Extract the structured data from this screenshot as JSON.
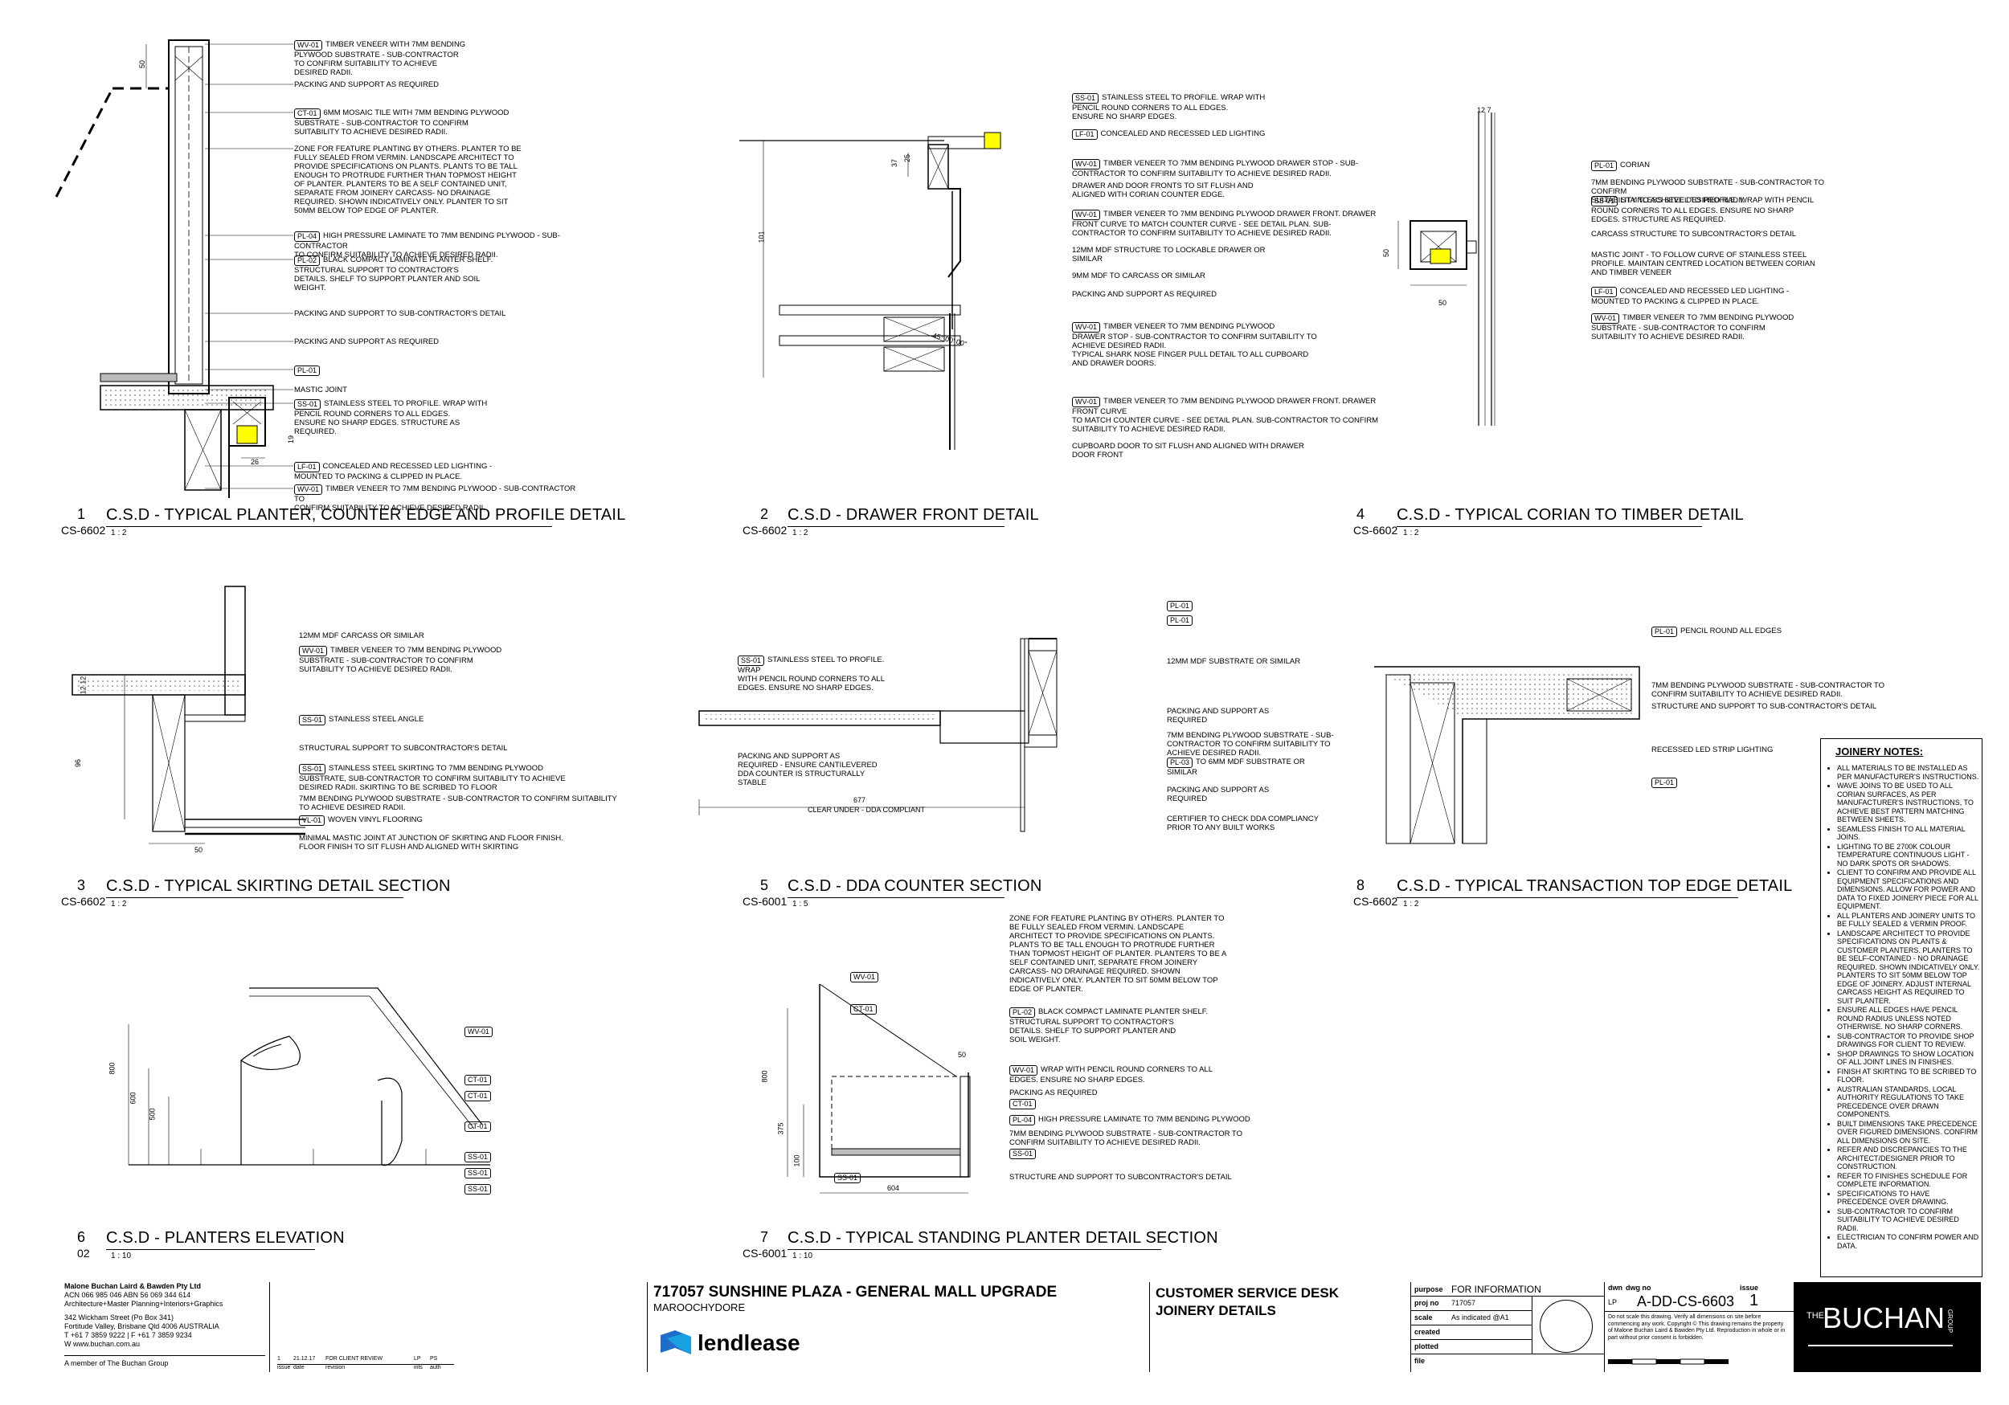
{
  "views": [
    {
      "number": "1",
      "title": "C.S.D - TYPICAL PLANTER, COUNTER EDGE AND PROFILE DETAIL",
      "sheet": "CS-6602",
      "scale": "1 : 2"
    },
    {
      "number": "2",
      "title": "C.S.D - DRAWER FRONT DETAIL",
      "sheet": "CS-6602",
      "scale": "1 : 2"
    },
    {
      "number": "4",
      "title": "C.S.D - TYPICAL CORIAN TO TIMBER DETAIL",
      "sheet": "CS-6602",
      "scale": "1 : 2"
    },
    {
      "number": "3",
      "title": "C.S.D - TYPICAL SKIRTING DETAIL SECTION",
      "sheet": "CS-6602",
      "scale": "1 : 2"
    },
    {
      "number": "5",
      "title": "C.S.D - DDA COUNTER SECTION",
      "sheet": "CS-6001",
      "scale": "1 : 5"
    },
    {
      "number": "8",
      "title": "C.S.D - TYPICAL TRANSACTION TOP EDGE DETAIL",
      "sheet": "CS-6602",
      "scale": "1 : 2"
    },
    {
      "number": "6",
      "title": "C.S.D - PLANTERS ELEVATION",
      "sheet": "02",
      "scale": "1 : 10"
    },
    {
      "number": "7",
      "title": "C.S.D - TYPICAL STANDING PLANTER DETAIL SECTION",
      "sheet": "CS-6001",
      "scale": "1 : 10"
    }
  ],
  "notes_v1": [
    {
      "tag": "WV-01",
      "text": "TIMBER VENEER WITH 7MM BENDING\nPLYWOOD SUBSTRATE - SUB-CONTRACTOR\nTO CONFIRM SUITABILITY TO ACHIEVE\nDESIRED RADII."
    },
    {
      "tag": "",
      "text": "PACKING AND SUPPORT AS REQUIRED"
    },
    {
      "tag": "CT-01",
      "text": "6MM MOSAIC TILE WITH 7MM BENDING PLYWOOD\nSUBSTRATE - SUB-CONTRACTOR TO CONFIRM\nSUITABILITY TO ACHIEVE DESIRED RADII."
    },
    {
      "tag": "",
      "text": "ZONE FOR FEATURE PLANTING BY OTHERS. PLANTER TO BE\nFULLY SEALED FROM VERMIN. LANDSCAPE ARCHITECT TO\nPROVIDE SPECIFICATIONS ON PLANTS. PLANTS TO BE TALL\nENOUGH TO PROTRUDE FURTHER THAN TOPMOST HEIGHT\nOF PLANTER. PLANTERS TO BE A SELF CONTAINED UNIT,\nSEPARATE FROM JOINERY CARCASS- NO DRAINAGE\nREQUIRED. SHOWN INDICATIVELY ONLY. PLANTER TO SIT\n50MM BELOW TOP EDGE OF PLANTER."
    },
    {
      "tag": "PL-04",
      "text": "HIGH PRESSURE LAMINATE TO 7MM BENDING PLYWOOD - SUB-CONTRACTOR\nTO CONFIRM SUITABILITY TO ACHIEVE DESIRED RADII."
    },
    {
      "tag": "PL-02",
      "text": "BLACK COMPACT LAMINATE PLANTER SHELF.\nSTRUCTURAL SUPPORT TO CONTRACTOR'S\nDETAILS. SHELF TO SUPPORT PLANTER AND SOIL\nWEIGHT."
    },
    {
      "tag": "",
      "text": "PACKING AND SUPPORT TO SUB-CONTRACTOR'S DETAIL"
    },
    {
      "tag": "",
      "text": "PACKING AND SUPPORT AS REQUIRED"
    },
    {
      "tag": "PL-01",
      "text": ""
    },
    {
      "tag": "",
      "text": "MASTIC JOINT"
    },
    {
      "tag": "SS-01",
      "text": "STAINLESS STEEL TO PROFILE. WRAP WITH\nPENCIL ROUND CORNERS TO ALL EDGES.\nENSURE NO SHARP EDGES. STRUCTURE AS\nREQUIRED."
    },
    {
      "tag": "LF-01",
      "text": "CONCEALED AND RECESSED LED LIGHTING -\nMOUNTED TO PACKING & CLIPPED IN PLACE."
    },
    {
      "tag": "WV-01",
      "text": "TIMBER VENEER TO 7MM BENDING PLYWOOD  - SUB-CONTRACTOR TO\nCONFIRM SUITABILITY TO ACHIEVE DESIRED RADII."
    }
  ],
  "notes_v2": [
    {
      "tag": "SS-01",
      "text": "STAINLESS STEEL TO PROFILE. WRAP WITH\nPENCIL ROUND CORNERS TO ALL EDGES.\nENSURE NO SHARP EDGES."
    },
    {
      "tag": "LF-01",
      "text": "CONCEALED AND RECESSED LED LIGHTING"
    },
    {
      "tag": "WV-01",
      "text": "TIMBER VENEER TO 7MM BENDING PLYWOOD DRAWER STOP - SUB-\nCONTRACTOR TO CONFIRM SUITABILITY TO ACHIEVE DESIRED RADII."
    },
    {
      "tag": "",
      "text": "DRAWER AND DOOR FRONTS TO SIT FLUSH AND\nALIGNED WITH CORIAN COUNTER EDGE."
    },
    {
      "tag": "WV-01",
      "text": "TIMBER VENEER TO 7MM BENDING PLYWOOD DRAWER FRONT. DRAWER\nFRONT CURVE TO MATCH COUNTER CURVE - SEE DETAIL PLAN. SUB-\nCONTRACTOR TO CONFIRM SUITABILITY TO ACHIEVE DESIRED RADII."
    },
    {
      "tag": "",
      "text": "12MM MDF STRUCTURE TO LOCKABLE DRAWER OR\nSIMILAR"
    },
    {
      "tag": "",
      "text": "9MM MDF TO CARCASS OR SIMILAR"
    },
    {
      "tag": "",
      "text": "PACKING AND SUPPORT AS REQUIRED"
    },
    {
      "tag": "WV-01",
      "text": "TIMBER VENEER TO 7MM BENDING PLYWOOD\nDRAWER STOP - SUB-CONTRACTOR TO CONFIRM SUITABILITY TO\nACHIEVE DESIRED RADII.\nTYPICAL SHARK NOSE FINGER PULL DETAIL TO ALL CUPBOARD\nAND DRAWER DOORS."
    },
    {
      "tag": "WV-01",
      "text": "TIMBER VENEER TO 7MM BENDING PLYWOOD DRAWER FRONT. DRAWER FRONT CURVE\nTO MATCH COUNTER CURVE - SEE DETAIL PLAN. SUB-CONTRACTOR TO CONFIRM\nSUITABILITY TO ACHIEVE DESIRED RADII."
    },
    {
      "tag": "",
      "text": "CUPBOARD DOOR TO SIT FLUSH AND ALIGNED WITH DRAWER\nDOOR FRONT"
    }
  ],
  "notes_v4": [
    {
      "tag": "PL-01",
      "text": "CORIAN"
    },
    {
      "tag": "",
      "text": "7MM BENDING PLYWOOD SUBSTRATE - SUB-CONTRACTOR TO CONFIRM\nSUITABILITY TO ACHIEVE DESIRED RADII."
    },
    {
      "tag": "SS-01",
      "text": "STAINLESS STEEL TO PROFILE. WRAP WITH PENCIL\nROUND CORNERS TO ALL EDGES. ENSURE NO SHARP\nEDGES. STRUCTURE AS REQUIRED."
    },
    {
      "tag": "",
      "text": "CARCASS STRUCTURE TO SUBCONTRACTOR'S DETAIL"
    },
    {
      "tag": "",
      "text": "MASTIC JOINT - TO FOLLOW CURVE OF STAINLESS STEEL\nPROFILE. MAINTAIN CENTRED LOCATION BETWEEN CORIAN\nAND TIMBER VENEER"
    },
    {
      "tag": "LF-01",
      "text": "CONCEALED AND RECESSED LED LIGHTING -\nMOUNTED TO PACKING & CLIPPED IN PLACE."
    },
    {
      "tag": "WV-01",
      "text": "TIMBER VENEER TO 7MM BENDING PLYWOOD\nSUBSTRATE - SUB-CONTRACTOR TO CONFIRM\nSUITABILITY TO ACHIEVE DESIRED RADII."
    }
  ],
  "notes_v3": [
    {
      "tag": "",
      "text": "12MM MDF CARCASS OR SIMILAR"
    },
    {
      "tag": "WV-01",
      "text": "TIMBER VENEER TO 7MM BENDING PLYWOOD\nSUBSTRATE - SUB-CONTRACTOR TO CONFIRM\nSUITABILITY TO ACHIEVE DESIRED RADII."
    },
    {
      "tag": "SS-01",
      "text": "STAINLESS STEEL ANGLE"
    },
    {
      "tag": "",
      "text": "STRUCTURAL SUPPORT TO SUBCONTRACTOR'S DETAIL"
    },
    {
      "tag": "SS-01",
      "text": "STAINLESS STEEL SKIRTING TO 7MM BENDING PLYWOOD\nSUBSTRATE, SUB-CONTRACTOR TO CONFIRM SUITABILITY TO ACHIEVE\nDESIRED RADII. SKIRTING TO BE SCRIBED TO FLOOR"
    },
    {
      "tag": "",
      "text": "7MM BENDING PLYWOOD SUBSTRATE - SUB-CONTRACTOR TO CONFIRM SUITABILITY\nTO ACHIEVE DESIRED RADII."
    },
    {
      "tag": "VL-01",
      "text": "WOVEN VINYL FLOORING"
    },
    {
      "tag": "",
      "text": "MINIMAL MASTIC JOINT AT JUNCTION OF SKIRTING AND FLOOR FINISH.\nFLOOR FINISH TO SIT FLUSH AND ALIGNED WITH SKIRTING"
    }
  ],
  "notes_v5": [
    {
      "tag": "SS-01",
      "text": "STAINLESS STEEL TO PROFILE. WRAP\nWITH PENCIL ROUND CORNERS TO ALL\nEDGES. ENSURE NO SHARP EDGES."
    },
    {
      "tag": "",
      "text": "PACKING AND SUPPORT AS\nREQUIRED - ENSURE CANTILEVERED\nDDA COUNTER IS STRUCTURALLY\nSTABLE"
    },
    {
      "tag": "PL-01",
      "text": ""
    },
    {
      "tag": "PL-01",
      "text": ""
    },
    {
      "tag": "",
      "text": "12MM MDF SUBSTRATE OR SIMILAR"
    },
    {
      "tag": "",
      "text": "PACKING AND SUPPORT AS\nREQUIRED"
    },
    {
      "tag": "",
      "text": "7MM BENDING PLYWOOD SUBSTRATE - SUB-\nCONTRACTOR TO CONFIRM SUITABILITY TO\nACHIEVE DESIRED RADII."
    },
    {
      "tag": "PL-03",
      "text": "TO 6MM MDF SUBSTRATE OR\nSIMILAR"
    },
    {
      "tag": "",
      "text": "PACKING AND SUPPORT AS\nREQUIRED"
    },
    {
      "tag": "",
      "text": "CERTIFIER TO CHECK DDA COMPLIANCY\nPRIOR TO ANY BUILT WORKS"
    }
  ],
  "v5_dims": {
    "width": "677",
    "clear": "CLEAR UNDER - DDA COMPLIANT"
  },
  "notes_v8": [
    {
      "tag": "PL-01",
      "text": "PENCIL ROUND ALL EDGES"
    },
    {
      "tag": "",
      "text": "7MM BENDING PLYWOOD SUBSTRATE - SUB-CONTRACTOR TO\nCONFIRM SUITABILITY TO ACHIEVE DESIRED RADII."
    },
    {
      "tag": "",
      "text": "STRUCTURE AND SUPPORT TO SUB-CONTRACTOR'S DETAIL"
    },
    {
      "tag": "",
      "text": "RECESSED LED STRIP LIGHTING"
    },
    {
      "tag": "PL-01",
      "text": ""
    }
  ],
  "notes_v6": [
    {
      "tag": "WV-01",
      "text": ""
    },
    {
      "tag": "CT-01",
      "text": ""
    },
    {
      "tag": "CT-01",
      "text": ""
    },
    {
      "tag": "CT-01",
      "text": ""
    },
    {
      "tag": "SS-01",
      "text": ""
    },
    {
      "tag": "SS-01",
      "text": ""
    },
    {
      "tag": "SS-01",
      "text": ""
    }
  ],
  "v6_dims": {
    "d800": "800",
    "d600": "600",
    "d500": "500"
  },
  "notes_v7": [
    {
      "tag": "",
      "text": "ZONE FOR FEATURE PLANTING BY OTHERS. PLANTER TO\nBE FULLY SEALED FROM VERMIN. LANDSCAPE\nARCHITECT TO PROVIDE SPECIFICATIONS ON PLANTS.\nPLANTS TO BE TALL ENOUGH TO PROTRUDE FURTHER\nTHAN TOPMOST HEIGHT OF PLANTER. PLANTERS TO BE A\nSELF CONTAINED UNIT, SEPARATE FROM JOINERY\nCARCASS- NO DRAINAGE REQUIRED. SHOWN\nINDICATIVELY ONLY. PLANTER TO SIT 50MM BELOW TOP\nEDGE OF PLANTER."
    },
    {
      "tag": "PL-02",
      "text": "BLACK COMPACT LAMINATE PLANTER SHELF.\nSTRUCTURAL SUPPORT TO CONTRACTOR'S\nDETAILS. SHELF TO SUPPORT PLANTER AND\nSOIL WEIGHT."
    },
    {
      "tag": "WV-01",
      "text": "WRAP WITH PENCIL ROUND CORNERS TO ALL\nEDGES. ENSURE NO SHARP EDGES."
    },
    {
      "tag": "",
      "text": "PACKING AS REQUIRED"
    },
    {
      "tag": "CT-01",
      "text": ""
    },
    {
      "tag": "PL-04",
      "text": "HIGH PRESSURE LAMINATE TO 7MM BENDING PLYWOOD"
    },
    {
      "tag": "",
      "text": "7MM BENDING PLYWOOD SUBSTRATE - SUB-CONTRACTOR TO\nCONFIRM SUITABILITY TO ACHIEVE DESIRED RADII."
    },
    {
      "tag": "SS-01",
      "text": ""
    },
    {
      "tag": "",
      "text": "STRUCTURE AND SUPPORT TO SUBCONTRACTOR'S DETAIL"
    }
  ],
  "v7_tags_left": [
    "WV-01",
    "CT-01",
    "SS-01"
  ],
  "v7_dims": {
    "d800": "800",
    "d375": "375",
    "d100": "100",
    "d604": "604",
    "d50": "50"
  },
  "joinery_notes": {
    "title": "JOINERY NOTES:",
    "items": [
      "ALL MATERIALS TO BE INSTALLED AS PER MANUFACTURER'S INSTRUCTIONS.",
      "WAVE JOINS TO BE USED TO ALL CORIAN SURFACES, AS PER MANUFACTURER'S INSTRUCTIONS, TO ACHIEVE BEST PATTERN MATCHING BETWEEN SHEETS.",
      "SEAMLESS FINISH TO ALL MATERIAL JOINS.",
      "LIGHTING TO BE 2700K COLOUR TEMPERATURE CONTINUOUS LIGHT - NO DARK SPOTS OR SHADOWS.",
      "CLIENT TO CONFIRM AND PROVIDE ALL EQUIPMENT SPECIFICATIONS AND DIMENSIONS. ALLOW FOR POWER AND DATA TO FIXED JOINERY PIECE FOR ALL EQUIPMENT.",
      "ALL PLANTERS AND JOINERY UNITS TO BE FULLY SEALED & VERMIN PROOF.",
      "LANDSCAPE ARCHITECT TO PROVIDE SPECIFICATIONS ON PLANTS & CUSTOMER PLANTERS. PLANTERS TO BE SELF-CONTAINED - NO DRAINAGE REQUIRED. SHOWN INDICATIVELY ONLY. PLANTERS TO SIT 50MM BELOW TOP EDGE OF JOINERY. ADJUST INTERNAL CARCASS HEIGHT AS REQUIRED TO SUIT PLANTER.",
      "ENSURE ALL EDGES HAVE PENCIL ROUND RADIUS UNLESS NOTED OTHERWISE. NO SHARP CORNERS.",
      "SUB-CONTRACTOR TO PROVIDE SHOP DRAWINGS FOR CLIENT TO REVIEW.",
      "SHOP DRAWINGS TO SHOW LOCATION OF ALL JOINT LINES IN FINISHES.",
      "FINISH AT SKIRTING TO BE SCRIBED TO FLOOR.",
      "AUSTRALIAN STANDARDS, LOCAL AUTHORITY REGULATIONS TO TAKE PRECEDENCE OVER DRAWN COMPONENTS.",
      "BUILT DIMENSIONS TAKE PRECEDENCE OVER FIGURED DIMENSIONS. CONFIRM ALL DIMENSIONS ON SITE.",
      "REFER AND DISCREPANCIES TO THE ARCHITECT/DESIGNER PRIOR TO CONSTRUCTION.",
      "REFER TO FINISHES SCHEDULE FOR COMPLETE INFORMATION.",
      "SPECIFICATIONS TO HAVE PRECEDENCE OVER DRAWING.",
      "SUB-CONTRACTOR TO CONFIRM SUITABILITY TO ACHIEVE DESIRED RADII.",
      "ELECTRICIAN TO CONFIRM POWER AND DATA."
    ]
  },
  "title_block": {
    "firm": "Malone Buchan Laird & Bawden Pty Ltd",
    "acn": "ACN 066 985 046  ABN 56 069 344 614",
    "disciplines": "Architecture+Master Planning+Interiors+Graphics",
    "addr1": "342 Wickham Street (Po Box 341)",
    "addr2": "Fortitude Valley, Brisbane Qld 4006  AUSTRALIA",
    "phone": "T +61 7 3859 9222  |  F +61 7 3859 9234",
    "web": "W www.buchan.com.au",
    "member": "A member of The Buchan Group",
    "rev_row": {
      "issue": "1",
      "date": "21.12.17",
      "revision": "FOR CLIENT REVIEW",
      "ints": "LP",
      "auth": "PS"
    },
    "rev_headers": {
      "issue": "issue",
      "date": "date",
      "revision": "revision",
      "ints": "ints",
      "auth": "auth"
    },
    "project": "717057 SUNSHINE PLAZA - GENERAL MALL UPGRADE",
    "location": "MAROOCHYDORE",
    "client_logo": "lendlease",
    "sheet_title1": "CUSTOMER SERVICE DESK",
    "sheet_title2": "JOINERY DETAILS",
    "purpose_label": "purpose",
    "purpose": "FOR INFORMATION",
    "proj_no_label": "proj no",
    "proj_no": "717057",
    "scale_label": "scale",
    "scale": "As indicated @A1",
    "created_label": "created",
    "plotted_label": "plotted",
    "file_label": "file",
    "dwn_label": "dwn",
    "dwn": "LP",
    "dwg_no_label": "dwg no",
    "dwg_no": "A-DD-CS-6603",
    "issue_label": "issue",
    "issue": "1",
    "disclaimer": "Do not scale this drawing. Verify all dimensions on site before commencing any work. Copyright © This drawing remains the property of Malone Buchan Laird & Bawden Pty Ltd. Reproduction in whole or in part without prior consent is forbidden.",
    "brand_the": "THE",
    "brand": "BUCHAN",
    "brand_group": "GROUP"
  }
}
